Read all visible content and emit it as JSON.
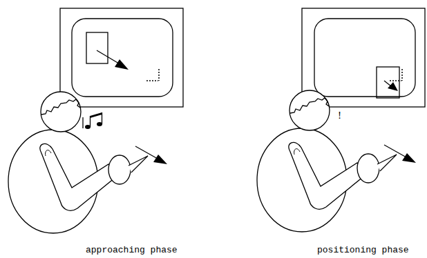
{
  "diagram": {
    "labels": [
      "!",
      "approaching phase",
      "positioning phase"
    ]
  }
}
